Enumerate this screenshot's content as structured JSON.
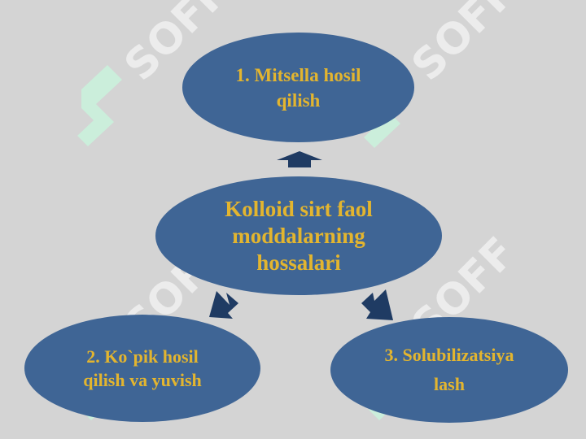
{
  "diagram": {
    "center": {
      "lines": [
        "Kolloid sirt faol",
        "moddalarning",
        "hossalari"
      ]
    },
    "top": {
      "lines": [
        "1. Mitsella hosil",
        "qilish"
      ]
    },
    "left": {
      "lines": [
        "2. Ko`pik hosil",
        "qilish va yuvish"
      ]
    },
    "right": {
      "lines": [
        "3.  Solubilizatsiya",
        "lash"
      ]
    }
  },
  "watermark": {
    "text": "SOFF"
  },
  "colors": {
    "background": "#d4d4d4",
    "ellipse": "#3f6595",
    "text": "#e3b52f",
    "arrow": "#1f3b63",
    "watermark": "#ffffff"
  }
}
